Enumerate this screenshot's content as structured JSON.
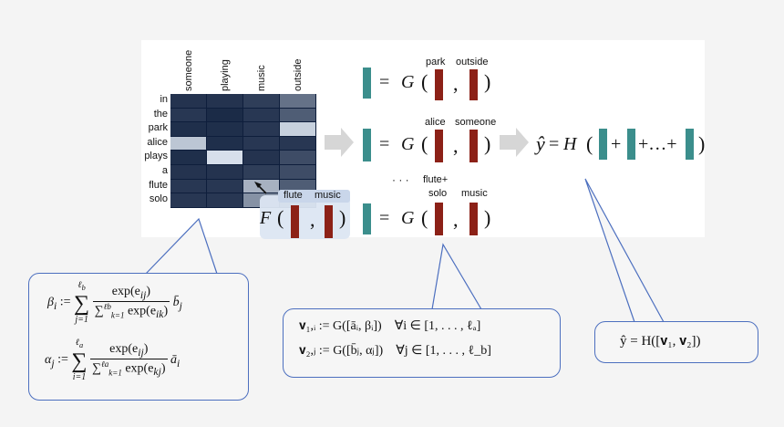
{
  "attention_matrix": {
    "columns": [
      "someone",
      "playing",
      "music",
      "outside"
    ],
    "rows": [
      "in",
      "the",
      "park",
      "alice",
      "plays",
      "a",
      "flute",
      "solo"
    ],
    "intensity": [
      [
        0.1,
        0.1,
        0.15,
        0.4
      ],
      [
        0.12,
        0.06,
        0.12,
        0.3
      ],
      [
        0.08,
        0.08,
        0.12,
        0.85
      ],
      [
        0.8,
        0.08,
        0.12,
        0.12
      ],
      [
        0.08,
        0.92,
        0.1,
        0.22
      ],
      [
        0.1,
        0.1,
        0.15,
        0.22
      ],
      [
        0.12,
        0.12,
        0.7,
        0.3
      ],
      [
        0.12,
        0.12,
        0.55,
        0.3
      ]
    ]
  },
  "compare": {
    "row1_labels": [
      "park",
      "outside"
    ],
    "row2_labels": [
      "alice",
      "someone"
    ],
    "row3_label_a_line1": "flute+",
    "row3_label_a_line2": "solo",
    "row3_label_b": "music",
    "ellipsis": "· · ·",
    "func_g": "G",
    "eq": "=",
    "open_paren": "(",
    "close_paren": ")",
    "comma": ","
  },
  "attend": {
    "func_f": "F",
    "labels": [
      "flute",
      "music"
    ]
  },
  "aggregate": {
    "yhat": "ŷ",
    "eq": "=",
    "func_h": "H",
    "plus": "+",
    "plus_dots": "+…+"
  },
  "bubble_left": {
    "beta_lhs": "β",
    "beta_sub": "i",
    "assign": ":=",
    "beta_sum_top": "ℓ",
    "beta_sum_top_sub": "b",
    "beta_sum_bottom": "j=1",
    "beta_num": "exp(e",
    "beta_num_sub": "ij",
    "beta_den_sum": "∑",
    "beta_den_top": "ℓ",
    "beta_den_top_sub": "b",
    "beta_den_bottom": "k=1",
    "beta_den": "exp(e",
    "beta_den_sub": "ik",
    "beta_tail": "b̄",
    "beta_tail_sub": "j",
    "alpha_lhs": "α",
    "alpha_sub": "j",
    "alpha_sum_top": "ℓ",
    "alpha_sum_top_sub": "a",
    "alpha_sum_bottom": "i=1",
    "alpha_num": "exp(e",
    "alpha_num_sub": "ij",
    "alpha_den_top": "ℓ",
    "alpha_den_top_sub": "a",
    "alpha_den_bottom": "k=1",
    "alpha_den": "exp(e",
    "alpha_den_sub": "kj",
    "alpha_tail": "ā",
    "alpha_tail_sub": "i",
    "close": ")"
  },
  "bubble_middle": {
    "line1": "𝐯₁,ᵢ := G([āᵢ, βᵢ])    ∀i ∈ [1, . . . , ℓₐ]",
    "line2": "𝐯₂,ⱼ := G([b̄ⱼ, αⱼ])    ∀j ∈ [1, . . . , ℓ_b]"
  },
  "bubble_right": {
    "formula": "ŷ = H([𝐯₁, 𝐯₂])"
  },
  "colors": {
    "teal": "#3b8e8c",
    "red": "#8c2117",
    "bubble_border": "#4c6fbf",
    "highlight": "#dce6f2",
    "arrow_grey": "#d6d6d6"
  }
}
